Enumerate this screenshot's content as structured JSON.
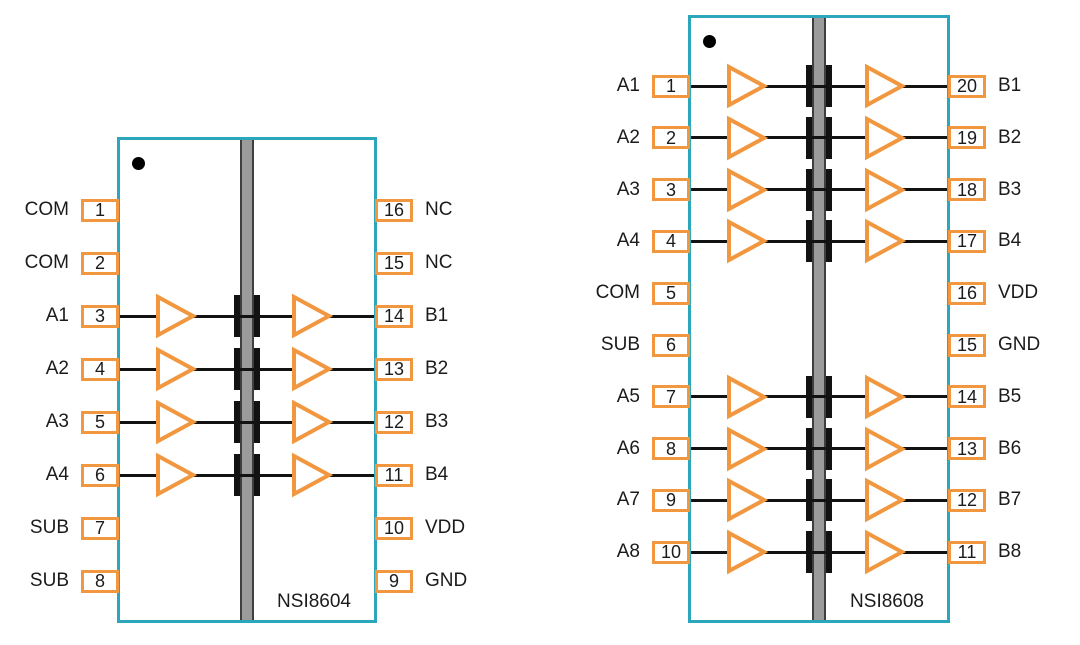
{
  "colors": {
    "chip_outline": "#2BA6BB",
    "pin_accent": "#F0973F",
    "barrier_fill": "#9B9B9B",
    "barrier_edge": "#3F3F3F",
    "signal_line": "#121212",
    "text": "#1B1B1B",
    "background": "#FFFFFF"
  },
  "chips": [
    {
      "name": "NSI8604",
      "left_pins": [
        {
          "number": "1",
          "label": "COM",
          "channel": false
        },
        {
          "number": "2",
          "label": "COM",
          "channel": false
        },
        {
          "number": "3",
          "label": "A1",
          "channel": true
        },
        {
          "number": "4",
          "label": "A2",
          "channel": true
        },
        {
          "number": "5",
          "label": "A3",
          "channel": true
        },
        {
          "number": "6",
          "label": "A4",
          "channel": true
        },
        {
          "number": "7",
          "label": "SUB",
          "channel": false
        },
        {
          "number": "8",
          "label": "SUB",
          "channel": false
        }
      ],
      "right_pins": [
        {
          "number": "16",
          "label": "NC",
          "channel": false
        },
        {
          "number": "15",
          "label": "NC",
          "channel": false
        },
        {
          "number": "14",
          "label": "B1",
          "channel": true
        },
        {
          "number": "13",
          "label": "B2",
          "channel": true
        },
        {
          "number": "12",
          "label": "B3",
          "channel": true
        },
        {
          "number": "11",
          "label": "B4",
          "channel": true
        },
        {
          "number": "10",
          "label": "VDD",
          "channel": false
        },
        {
          "number": "9",
          "label": "GND",
          "channel": false
        }
      ]
    },
    {
      "name": "NSI8608",
      "left_pins": [
        {
          "number": "1",
          "label": "A1",
          "channel": true
        },
        {
          "number": "2",
          "label": "A2",
          "channel": true
        },
        {
          "number": "3",
          "label": "A3",
          "channel": true
        },
        {
          "number": "4",
          "label": "A4",
          "channel": true
        },
        {
          "number": "5",
          "label": "COM",
          "channel": false
        },
        {
          "number": "6",
          "label": "SUB",
          "channel": false
        },
        {
          "number": "7",
          "label": "A5",
          "channel": true
        },
        {
          "number": "8",
          "label": "A6",
          "channel": true
        },
        {
          "number": "9",
          "label": "A7",
          "channel": true
        },
        {
          "number": "10",
          "label": "A8",
          "channel": true
        }
      ],
      "right_pins": [
        {
          "number": "20",
          "label": "B1",
          "channel": true
        },
        {
          "number": "19",
          "label": "B2",
          "channel": true
        },
        {
          "number": "18",
          "label": "B3",
          "channel": true
        },
        {
          "number": "17",
          "label": "B4",
          "channel": true
        },
        {
          "number": "16",
          "label": "VDD",
          "channel": false
        },
        {
          "number": "15",
          "label": "GND",
          "channel": false
        },
        {
          "number": "14",
          "label": "B5",
          "channel": true
        },
        {
          "number": "13",
          "label": "B6",
          "channel": true
        },
        {
          "number": "12",
          "label": "B7",
          "channel": true
        },
        {
          "number": "11",
          "label": "B8",
          "channel": true
        }
      ]
    }
  ]
}
